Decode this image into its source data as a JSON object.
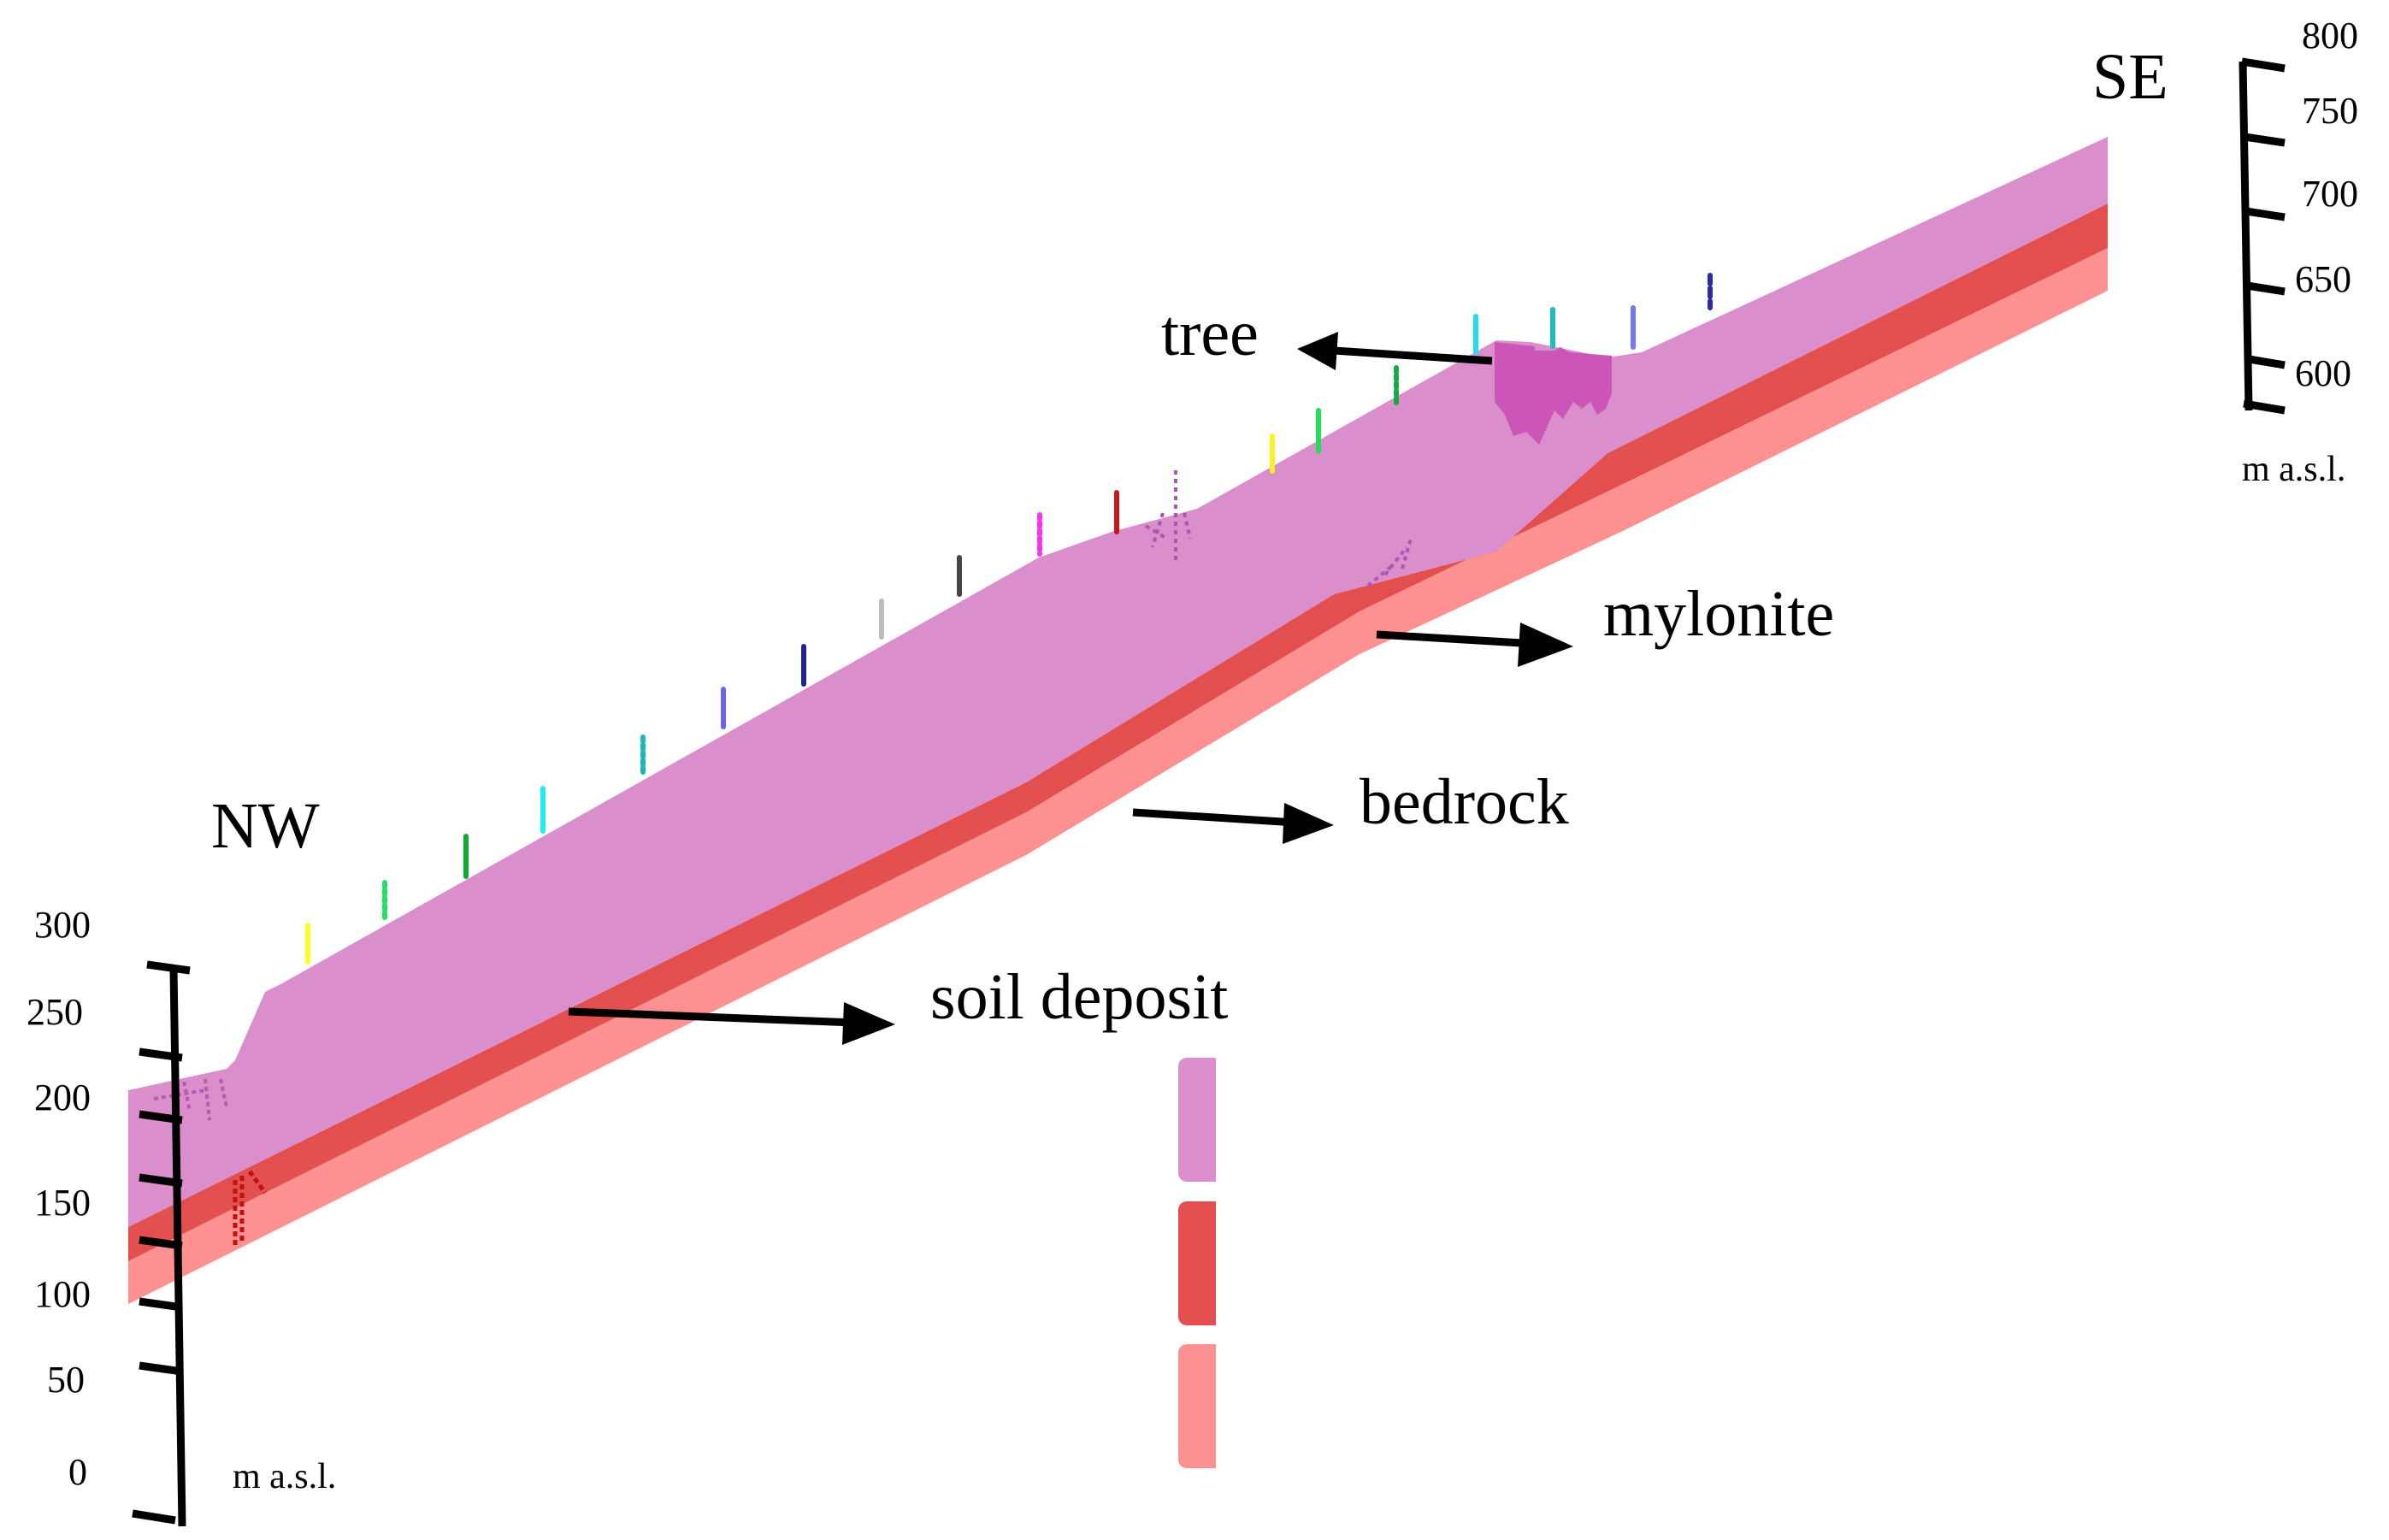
{
  "figure": {
    "direction_left": "NW",
    "direction_right": "SE",
    "annotations": {
      "tree": "tree",
      "mylonite": "mylonite",
      "bedrock": "bedrock",
      "soil_deposit": "soil deposit"
    },
    "left_scale": {
      "ticks": [
        "300",
        "250",
        "200",
        "150",
        "100",
        "50",
        "0"
      ],
      "unit": "m a.s.l."
    },
    "right_scale": {
      "ticks": [
        "800",
        "750",
        "700",
        "650",
        "600"
      ],
      "unit": "m a.s.l."
    },
    "layers": [
      {
        "name": "soil deposit",
        "color": "#DA8ECB"
      },
      {
        "name": "bedrock",
        "color": "#E34F4F"
      },
      {
        "name": "mylonite",
        "color": "#FD9191"
      }
    ],
    "tree_color": "#CC55B8",
    "marker_colors": [
      "#FFFF22",
      "#22E066",
      "#0FAA2E",
      "#22EEF0",
      "#1AB8B8",
      "#6666EE",
      "#22229A",
      "#BBBBBB",
      "#444444",
      "#FF33EE",
      "#C81818",
      "#AA66BB",
      "#FFEE22",
      "#22DD55",
      "#16AA44",
      "#22DDEE",
      "#1ABFBF",
      "#7777EE",
      "#2A2AA8"
    ]
  },
  "legend": {
    "swatches": [
      {
        "layer": "soil deposit",
        "color": "#DA8ECB"
      },
      {
        "layer": "bedrock",
        "color": "#E34F4F"
      },
      {
        "layer": "mylonite",
        "color": "#FD9191"
      }
    ]
  }
}
